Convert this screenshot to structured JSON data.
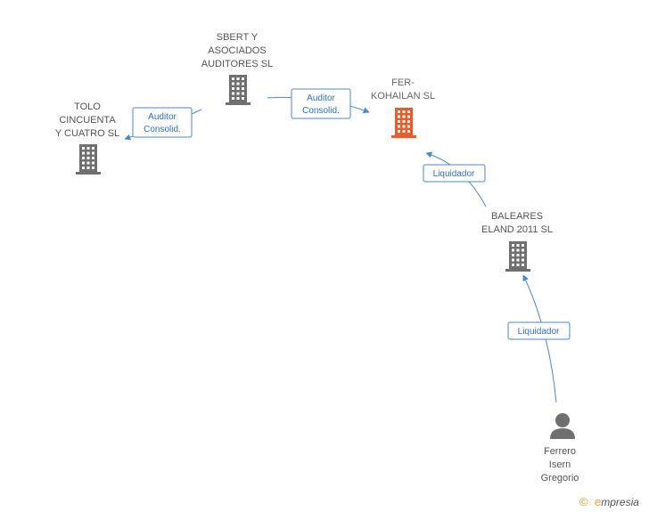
{
  "colors": {
    "building_default": "#6f6f6f",
    "building_highlight": "#f05a28",
    "person": "#6f6f6f",
    "edge": "#4a86d4",
    "edge_label_text": "#2f6fc6",
    "label_text": "#555555",
    "brand_accent": "#e8a028"
  },
  "nodes": {
    "sbert": {
      "label_lines": [
        "SBERT Y",
        "ASOCIADOS",
        "AUDITORES  SL"
      ],
      "icon": "building-icon",
      "highlight": false
    },
    "tolo": {
      "label_lines": [
        "TOLO",
        "CINCUENTA",
        "Y CUATRO SL"
      ],
      "icon": "building-icon",
      "highlight": false
    },
    "fer": {
      "label_lines": [
        "FER-",
        "KOHAILAN SL"
      ],
      "icon": "building-icon",
      "highlight": true
    },
    "baleares": {
      "label_lines": [
        "BALEARES",
        "ELAND 2011 SL"
      ],
      "icon": "building-icon",
      "highlight": false
    },
    "ferrero": {
      "label_lines": [
        "Ferrero",
        "Isern",
        "Gregorio"
      ],
      "icon": "person-icon",
      "highlight": false
    }
  },
  "edges": {
    "sbert_tolo": {
      "label_lines": [
        "Auditor",
        "Consolid."
      ]
    },
    "sbert_fer": {
      "label_lines": [
        "Auditor",
        "Consolid."
      ]
    },
    "baleares_fer": {
      "label_lines": [
        "Liquidador"
      ]
    },
    "ferrero_baleares": {
      "label_lines": [
        "Liquidador"
      ]
    }
  },
  "footer": {
    "copyright_symbol": "©",
    "brand_initial": "e",
    "brand_rest": "mpresia"
  }
}
